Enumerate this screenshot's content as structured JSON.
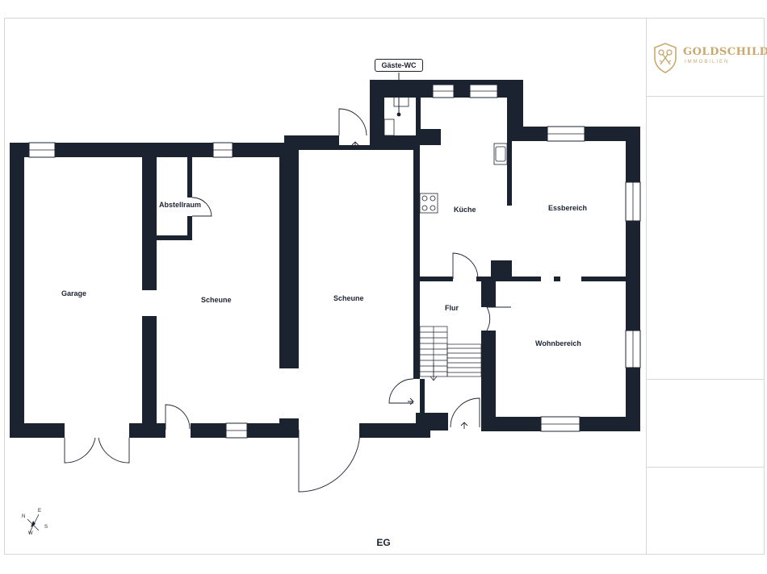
{
  "brand": {
    "name": "GOLDSCHILD",
    "subtitle": "IMMOBILIEN",
    "color": "#c9a96e"
  },
  "floor_label": "EG",
  "rooms": {
    "garage": "Garage",
    "abstellraum": "Abstellraum",
    "scheune_left": "Scheune",
    "scheune_right": "Scheune",
    "kueche": "Küche",
    "essbereich": "Essbereich",
    "flur": "Flur",
    "wohnbereich": "Wohnbereich",
    "gaeste_wc": "Gäste-WC"
  },
  "compass": {
    "n": "N",
    "e": "E",
    "s": "S",
    "w": "W"
  },
  "colors": {
    "wall": "#1b2330",
    "frame": "#d6d6d6"
  }
}
